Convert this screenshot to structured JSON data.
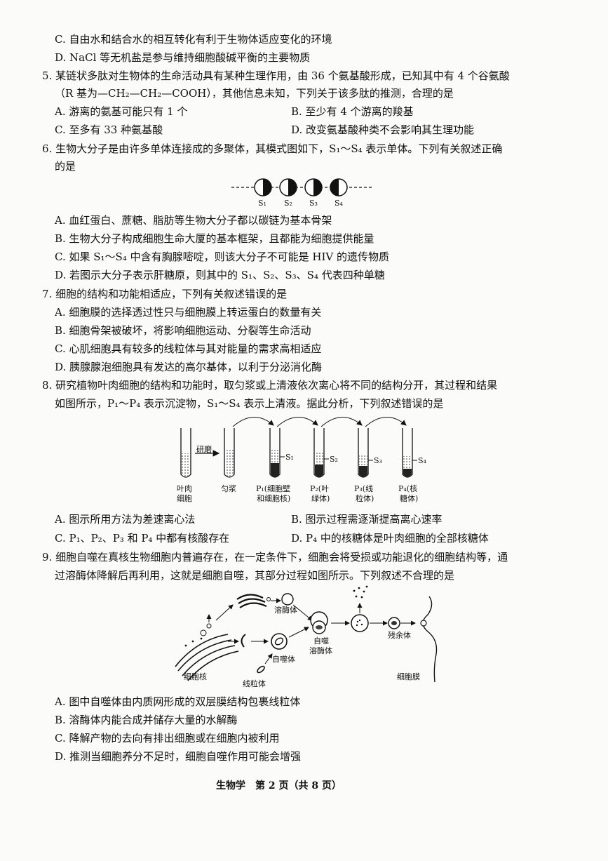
{
  "q4": {
    "optC": "C. 自由水和结合水的相互转化有利于生物体适应变化的环境",
    "optD": "D. NaCl 等无机盐是参与维持细胞酸碱平衡的主要物质"
  },
  "q5": {
    "stem1": "5. 某链状多肽对生物体的生命活动具有某种生理作用，由 36 个氨基酸形成，已知其中有 4 个谷氨酸",
    "stem2": "（R 基为—CH₂—CH₂—COOH），其他信息未知，下列关于该多肽的推测，合理的是",
    "optA": "A. 游离的氨基可能只有 1 个",
    "optB": "B. 至少有 4 个游离的羧基",
    "optC": "C. 至多有 33 种氨基酸",
    "optD": "D. 改变氨基酸种类不会影响其生理功能"
  },
  "q6": {
    "stem1": "6. 生物大分子是由许多单体连接成的多聚体，其模式图如下，S₁～S₄ 表示单体。下列有关叙述正确",
    "stem2": "的是",
    "labels": [
      "S₁",
      "S₂",
      "S₃",
      "S₄"
    ],
    "optA": "A. 血红蛋白、蔗糖、脂肪等生物大分子都以碳链为基本骨架",
    "optB": "B. 生物大分子构成细胞生命大厦的基本框架，且都能为细胞提供能量",
    "optC": "C. 如果 S₁～S₄ 中含有胸腺嘧啶，则该大分子不可能是 HIV 的遗传物质",
    "optD": "D. 若图示大分子表示肝糖原，则其中的 S₁、S₂、S₃、S₄ 代表四种单糖"
  },
  "q7": {
    "stem": "7. 细胞的结构和功能相适应，下列有关叙述错误的是",
    "optA": "A. 细胞膜的选择透过性只与细胞膜上转运蛋白的数量有关",
    "optB": "B. 细胞骨架被破坏，将影响细胞运动、分裂等生命活动",
    "optC": "C. 心肌细胞具有较多的线粒体与其对能量的需求高相适应",
    "optD": "D. 胰腺腺泡细胞具有发达的高尔基体，以利于分泌消化酶"
  },
  "q8": {
    "stem1": "8. 研究植物叶肉细胞的结构和功能时，取匀浆或上清液依次离心将不同的结构分开，其过程和结果",
    "stem2": "如图所示，P₁～P₄ 表示沉淀物，S₁～S₄ 表示上清液。据此分析，下列叙述错误的是",
    "fig": {
      "grind": "研磨",
      "cell1": "叶肉",
      "cell2": "细胞",
      "homog": "匀浆",
      "p1a": "P₁(细胞壁",
      "p1b": "和细胞核)",
      "p2a": "P₂(叶",
      "p2b": "绿体)",
      "p3a": "P₃(线",
      "p3b": "粒体)",
      "p4a": "P₄(核",
      "p4b": "糖体)",
      "s1": "S₁",
      "s2": "S₂",
      "s3": "S₃",
      "s4": "S₄"
    },
    "optA": "A. 图示所用方法为差速离心法",
    "optB": "B. 图示过程需逐渐提高离心速率",
    "optC": "C. P₁、P₂、P₃ 和 P₄ 中都有核酸存在",
    "optD": "D. P₄ 中的核糖体是叶肉细胞的全部核糖体"
  },
  "q9": {
    "stem1": "9. 细胞自噬在真核生物细胞内普遍存在，在一定条件下，细胞会将受损或功能退化的细胞结构等，通",
    "stem2": "过溶酶体降解后再利用，这就是细胞自噬，其部分过程如图所示。下列叙述不合理的是",
    "fig": {
      "lysosome": "溶酶体",
      "autophagosome": "自噬体",
      "autolysosome1": "自噬",
      "autolysosome2": "溶酶体",
      "residual": "残余体",
      "nucleus": "细胞核",
      "mito": "线粒体",
      "membrane": "细胞膜"
    },
    "optA": "A. 图中自噬体由内质网形成的双层膜结构包裹线粒体",
    "optB": "B. 溶酶体内能合成并储存大量的水解酶",
    "optC": "C. 降解产物的去向有排出细胞或在细胞内被利用",
    "optD": "D. 推测当细胞养分不足时，细胞自噬作用可能会增强"
  },
  "footer": "生物学　第 2 页（共 8 页）"
}
